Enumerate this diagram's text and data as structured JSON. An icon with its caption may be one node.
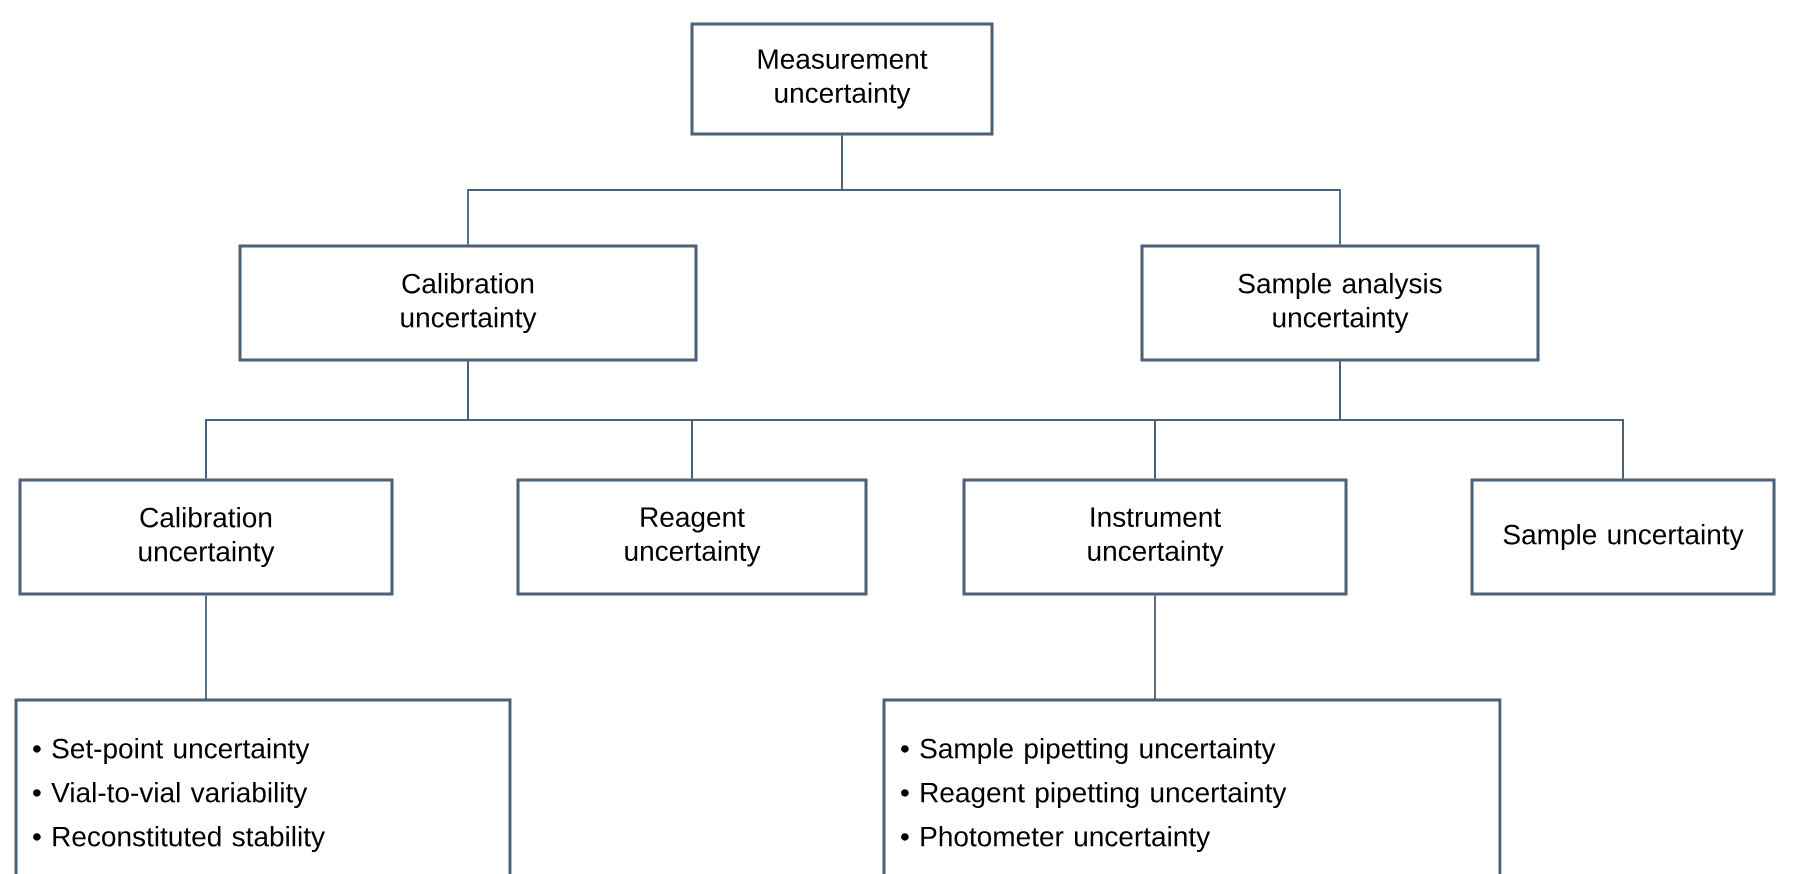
{
  "diagram": {
    "nodes": [
      {
        "text": [
          "Measurement uncertainty"
        ]
      },
      {
        "text": [
          "Calibration uncertainty"
        ]
      },
      {
        "text": [
          "Sample analysis uncertainty"
        ]
      },
      {
        "text": [
          "Calibration uncertainty"
        ]
      },
      {
        "text": [
          "Reagent uncertainty"
        ]
      },
      {
        "text": [
          "Instrument uncertainty"
        ]
      },
      {
        "text": [
          "Sample uncertainty"
        ]
      },
      {
        "text": [
          "• Set-point uncertainty",
          "• Vial-to-vial variability",
          "• Reconstituted stability"
        ]
      },
      {
        "text": [
          "• Sample pipetting uncertainty",
          "• Reagent pipetting uncertainty",
          "• Photometer uncertainty"
        ]
      }
    ],
    "edges": [
      {
        "from": 0,
        "to": 1,
        "arrow": "none"
      },
      {
        "from": 0,
        "to": 2,
        "arrow": "none"
      },
      {
        "from": 1,
        "to": 3,
        "arrow": "none"
      },
      {
        "from": 1,
        "to": 4,
        "arrow": "none"
      },
      {
        "from": 1,
        "to": 5,
        "arrow": "none"
      },
      {
        "from": 1,
        "to": 6,
        "arrow": "none"
      },
      {
        "from": 2,
        "to": 3,
        "arrow": "none"
      },
      {
        "from": 2,
        "to": 4,
        "arrow": "none"
      },
      {
        "from": 2,
        "to": 5,
        "arrow": "none"
      },
      {
        "from": 2,
        "to": 6,
        "arrow": "none"
      },
      {
        "from": 3,
        "to": 7,
        "arrow": "none"
      },
      {
        "from": 5,
        "to": 8,
        "arrow": "none"
      }
    ]
  }
}
